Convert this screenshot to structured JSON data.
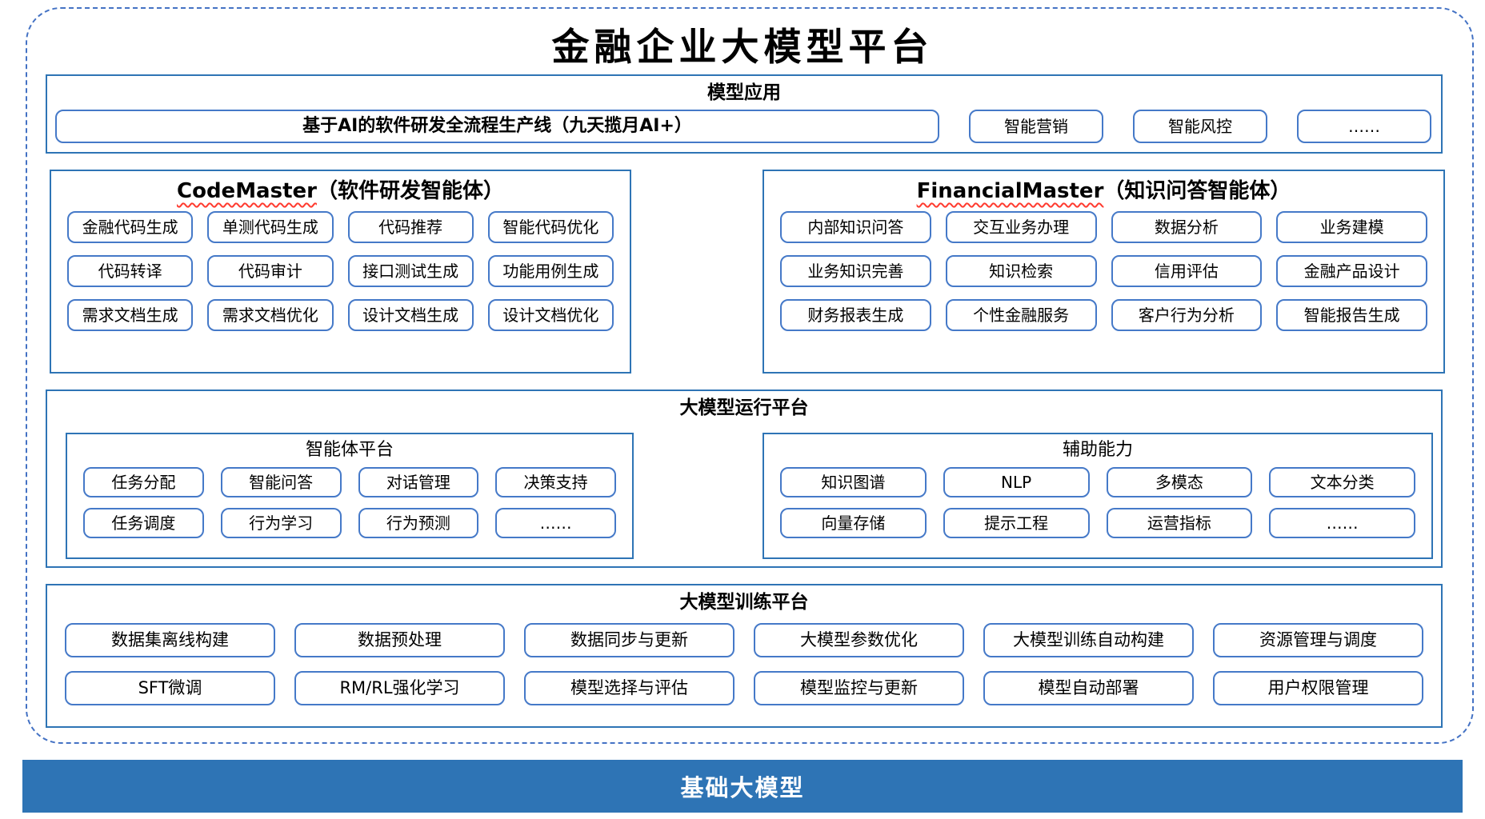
{
  "title": "金融企业大模型平台",
  "colors": {
    "section_border": "#2E74B5",
    "node_border": "#4579C8",
    "dashed_border": "#4472C4",
    "bar_background": "#2E74B5",
    "bar_text": "#FFFFFF",
    "squiggle": "#FF3B2F"
  },
  "model_app": {
    "header": "模型应用",
    "main_button": "基于AI的软件研发全流程生产线（九天揽月AI+）",
    "buttons": [
      "智能营销",
      "智能风控",
      "……"
    ]
  },
  "code_master": {
    "header_en": "CodeMaster",
    "header_zh": "（软件研发智能体）",
    "buttons": [
      "金融代码生成",
      "单测代码生成",
      "代码推荐",
      "智能代码优化",
      "代码转译",
      "代码审计",
      "接口测试生成",
      "功能用例生成",
      "需求文档生成",
      "需求文档优化",
      "设计文档生成",
      "设计文档优化"
    ]
  },
  "financial_master": {
    "header_en": "FinancialMaster",
    "header_zh": "（知识问答智能体）",
    "buttons": [
      "内部知识问答",
      "交互业务办理",
      "数据分析",
      "业务建模",
      "业务知识完善",
      "知识检索",
      "信用评估",
      "金融产品设计",
      "财务报表生成",
      "个性金融服务",
      "客户行为分析",
      "智能报告生成"
    ]
  },
  "runtime_platform": {
    "header": "大模型运行平台",
    "agent_platform": {
      "header": "智能体平台",
      "buttons": [
        "任务分配",
        "智能问答",
        "对话管理",
        "决策支持",
        "任务调度",
        "行为学习",
        "行为预测",
        "……"
      ]
    },
    "aux_capabilities": {
      "header": "辅助能力",
      "buttons": [
        "知识图谱",
        "NLP",
        "多模态",
        "文本分类",
        "向量存储",
        "提示工程",
        "运营指标",
        "……"
      ]
    }
  },
  "training_platform": {
    "header": "大模型训练平台",
    "buttons": [
      "数据集离线构建",
      "数据预处理",
      "数据同步与更新",
      "大模型参数优化",
      "大模型训练自动构建",
      "资源管理与调度",
      "SFT微调",
      "RM/RL强化学习",
      "模型选择与评估",
      "模型监控与更新",
      "模型自动部署",
      "用户权限管理"
    ]
  },
  "foundation_bar": {
    "label": "基础大模型"
  }
}
